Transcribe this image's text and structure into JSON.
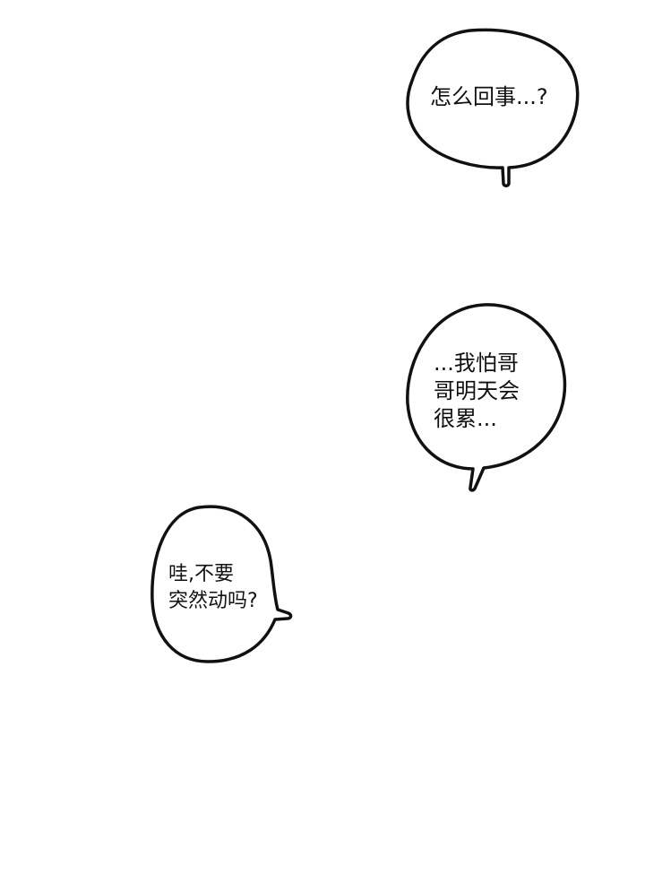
{
  "panel": {
    "background": "#ffffff",
    "ink_color": "#111111"
  },
  "bubbles": [
    {
      "id": "bubble-1",
      "lines": [
        "怎么回事...?"
      ],
      "tail": "bottom"
    },
    {
      "id": "bubble-2",
      "lines": [
        "...我怕哥",
        "哥明天会",
        "很累..."
      ],
      "tail": "bottom-left"
    },
    {
      "id": "bubble-3",
      "lines": [
        "哇,不要",
        "突然动吗?"
      ],
      "tail": "right"
    }
  ]
}
